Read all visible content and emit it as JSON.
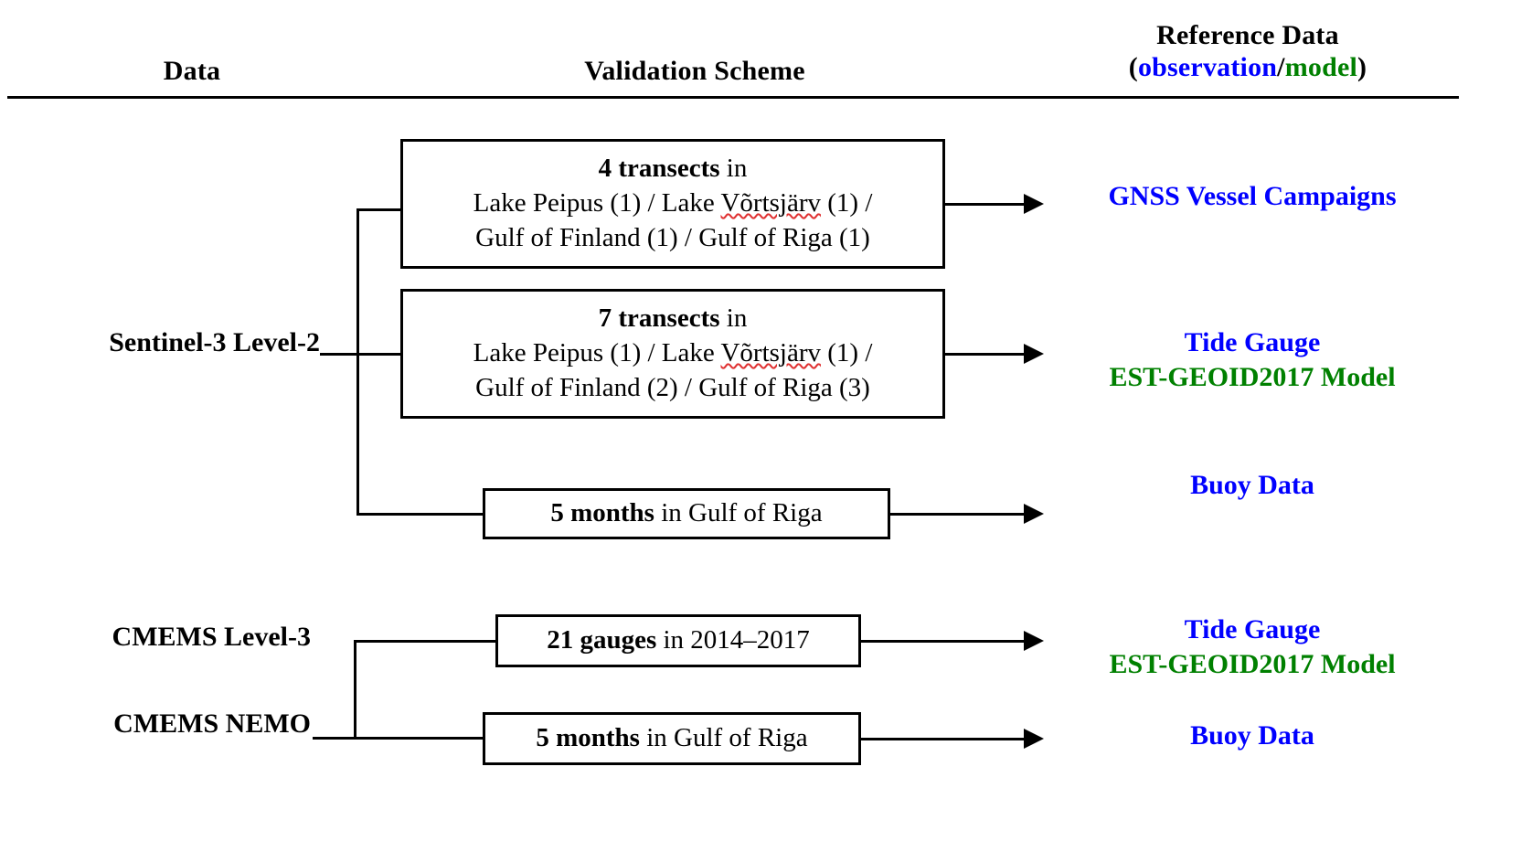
{
  "header": {
    "data_label": "Data",
    "scheme_label": "Validation Scheme",
    "reference_title": "Reference Data",
    "reference_paren_open": "(",
    "reference_observation": "observation",
    "reference_slash": "/",
    "reference_model": "model",
    "reference_paren_close": ")",
    "colors": {
      "observation": "#0000ff",
      "model": "#008000",
      "rule": "#000000"
    }
  },
  "rows": [
    {
      "id": "sentinel-3-level-2",
      "data_label": "Sentinel-3 Level-2",
      "branches": [
        {
          "id": "branch-4-transects",
          "box": {
            "line1_bold": "4 transects",
            "line1_rest": " in",
            "line2_a": "Lake Peipus (1) / Lake ",
            "line2_misspelled": "Võrtsjärv",
            "line2_b": " (1) /",
            "line3": "Gulf of Finland (1) / Gulf of Riga (1)"
          },
          "reference": [
            {
              "text": "GNSS Vessel Campaigns",
              "color": "#0000ff",
              "kind": "observation"
            }
          ]
        },
        {
          "id": "branch-7-transects",
          "box": {
            "line1_bold": "7 transects",
            "line1_rest": " in",
            "line2_a": "Lake Peipus (1) / Lake ",
            "line2_misspelled": "Võrtsjärv",
            "line2_b": " (1) /",
            "line3": "Gulf of Finland (2) / Gulf of Riga (3)"
          },
          "reference": [
            {
              "text": "Tide Gauge",
              "color": "#0000ff",
              "kind": "observation"
            },
            {
              "text": "EST-GEOID2017 Model",
              "color": "#008000",
              "kind": "model"
            }
          ]
        },
        {
          "id": "branch-5-months-sentinel",
          "box": {
            "line1_bold": "5 months",
            "line1_rest": " in Gulf of Riga"
          },
          "reference": [
            {
              "text": "Buoy Data",
              "color": "#0000ff",
              "kind": "observation"
            }
          ]
        }
      ]
    },
    {
      "id": "cmems",
      "data_label_1": "CMEMS Level-3",
      "data_label_2": "CMEMS NEMO",
      "branches": [
        {
          "id": "branch-21-gauges",
          "box": {
            "line1_bold": "21 gauges",
            "line1_rest": " in 2014–2017"
          },
          "reference": [
            {
              "text": "Tide Gauge",
              "color": "#0000ff",
              "kind": "observation"
            },
            {
              "text": "EST-GEOID2017 Model",
              "color": "#008000",
              "kind": "model"
            }
          ]
        },
        {
          "id": "branch-5-months-cmems",
          "box": {
            "line1_bold": "5 months",
            "line1_rest": " in Gulf of Riga"
          },
          "reference": [
            {
              "text": "Buoy Data",
              "color": "#0000ff",
              "kind": "observation"
            }
          ]
        }
      ]
    }
  ]
}
